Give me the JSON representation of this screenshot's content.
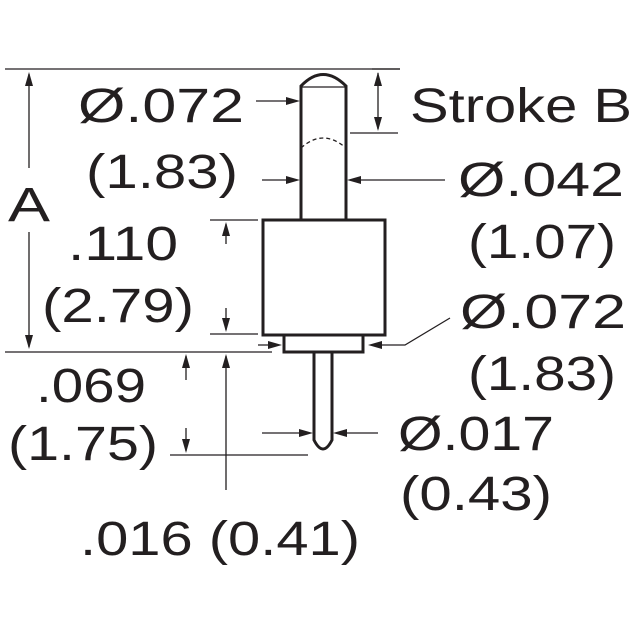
{
  "labels": {
    "head_dia_in": "Ø.072",
    "head_dia_mm": "(1.83)",
    "stroke": "Stroke B",
    "plunger_dia_in": "Ø.042",
    "plunger_dia_mm": "(1.07)",
    "overall": "A",
    "body_len_in": ".110",
    "body_len_mm": "(2.79)",
    "flange_dia_in": "Ø.072",
    "flange_dia_mm": "(1.83)",
    "tail_len_in": ".069",
    "tail_len_mm": "(1.75)",
    "tail_dia_in": "Ø.017",
    "tail_dia_mm": "(0.43)",
    "flange_thk": ".016 (0.41)"
  }
}
